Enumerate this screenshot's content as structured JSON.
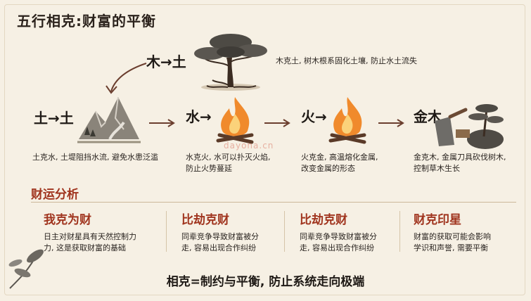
{
  "title": "五行相克:财富的平衡",
  "top_stage": {
    "label": "木→土",
    "description": "木克土, 树木根系固化土壤, 防止水土流失"
  },
  "stages": [
    {
      "label": "土→土",
      "desc1": "土克水, 土堤阻挡水流, 避免水患泛滥",
      "desc2": ""
    },
    {
      "label": "水→",
      "desc1": "水克火, 水可以扑灭火焰,",
      "desc2": "防止火势蔓延"
    },
    {
      "label": "火→",
      "desc1": "火克金, 高温熔化金属,",
      "desc2": "改变金属的形态"
    },
    {
      "label": "金木",
      "desc1": "金克木, 金属刀具砍伐树木,",
      "desc2": "控制草木生长"
    }
  ],
  "watermark": "dayona.cn",
  "analysis": {
    "title": "财运分析",
    "cards": [
      {
        "title": "我克为财",
        "body1": "日主对财星具有天然控制力",
        "body2": "力, 这是获取财富的基础"
      },
      {
        "title": "比劫克财",
        "body1": "同辈竞争导致财富被分",
        "body2": "走, 容易出现合作纠纷"
      },
      {
        "title": "比劫克财",
        "body1": "同辈竞争导致财富被分",
        "body2": "走, 容易出现合作纠纷"
      },
      {
        "title": "财克印星",
        "body1": "财富的获取可能会影响",
        "body2": "学识和声誉, 需要平衡"
      }
    ]
  },
  "footer": "相克=制约与平衡, 防止系统走向极端",
  "colors": {
    "accent": "#a0341e",
    "arrow": "#6b3e2e",
    "fire": "#f08a2c"
  },
  "icons": [
    "tree-icon",
    "mountain-landscape-icon",
    "fire-icon",
    "fire-icon",
    "axe-tree-icon",
    "plant-decoration-icon"
  ]
}
